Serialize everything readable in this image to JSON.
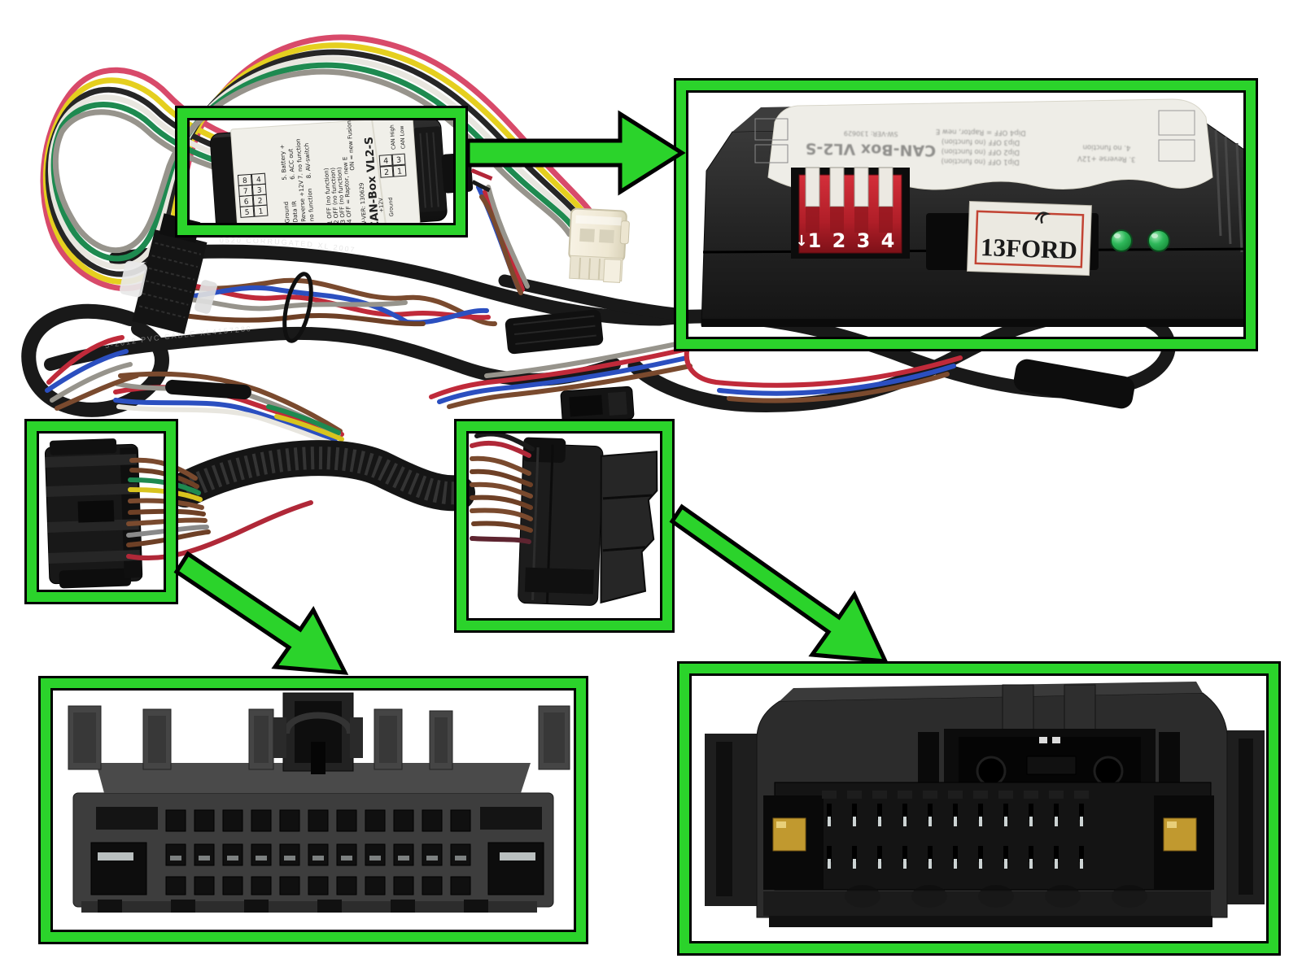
{
  "palette": {
    "callout_green": "#2bd32b",
    "outline_black": "#000000",
    "dip_red": "#c22531",
    "led_green": "#17903c",
    "label_white": "#f0efe9",
    "sticker_border_red": "#c24434",
    "wire_brown": "#7a4a2e",
    "wire_red": "#c02a3a",
    "wire_blue": "#2b4fc0",
    "wire_gray": "#97948c",
    "wire_yellow": "#e5cf1f",
    "wire_green": "#1e8a50",
    "wire_pink": "#d84a6a",
    "wire_white": "#e8e6df",
    "cable_black": "#191919",
    "molex_white": "#efe9d8"
  },
  "inline_module": {
    "title": "CAN-Box VL2-S",
    "sw_ver": "SW-VER: 130629",
    "dip_lines": [
      "Dip1 OFF (no function)",
      "Dip2 OFF (no function)",
      "Dip3 OFF (no function)",
      "Dip4 OFF = Raptor, new E",
      "ON = new Fusion"
    ],
    "pins_left": [
      "1. Ground",
      "2. Data IR",
      "3. Reverse +12V",
      "4. no function"
    ],
    "pins_right": [
      "5. Battery +",
      "6. ACC out",
      "7. no function",
      "8. AV-switch"
    ],
    "grid8": [
      "8",
      "7",
      "6",
      "5",
      "4",
      "3",
      "2",
      "1"
    ],
    "grid4": [
      "4",
      "3",
      "2",
      "1"
    ],
    "pin4_labels": {
      "v12": "+12V",
      "ground": "Ground",
      "can_high": "CAN High",
      "can_low": "CAN Low"
    }
  },
  "closeup_module": {
    "sticker_text": "13FORD",
    "dip_arrow": "↓",
    "dip_numbers": [
      "1",
      "2",
      "3",
      "4"
    ],
    "led_count": 2
  },
  "cable_prints": [
    "0520 CORRUGATED XL 2007",
    "5-2012 PVC CABLE XL4157280"
  ]
}
